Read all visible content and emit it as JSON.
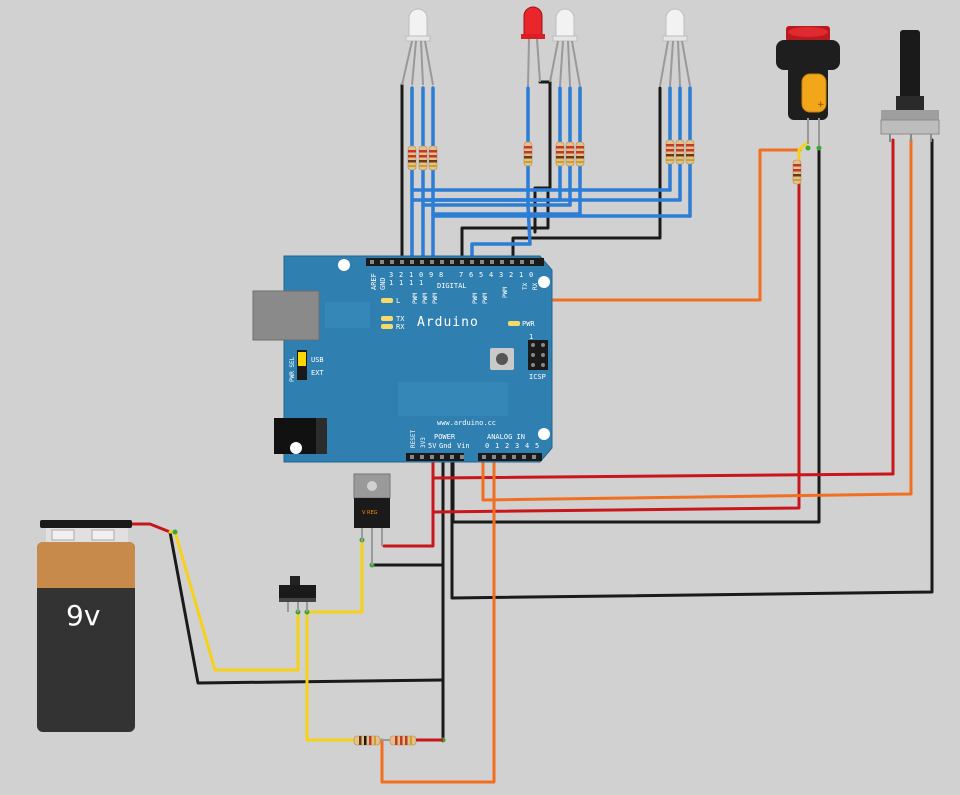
{
  "battery": {
    "label": "9v"
  },
  "arduino": {
    "brand": "Arduino",
    "url": "www.arduino.cc",
    "aref": "AREF",
    "gnd": "GND",
    "digital": "DIGITAL",
    "pin_digits_top": [
      "1",
      "1",
      "1",
      "1"
    ],
    "pins_high": [
      "3",
      "2",
      "1",
      "0",
      "9",
      "8"
    ],
    "pins_low": [
      "7",
      "6",
      "5",
      "4",
      "3",
      "2",
      "1",
      "0"
    ],
    "pwm": "PWM",
    "tx": "TX",
    "rx": "RX",
    "led_l": "L",
    "led_tx": "TX",
    "led_rx": "RX",
    "pwr_led": "PWR",
    "pwr_sel": "PWR SEL",
    "usb": "USB",
    "ext": "EXT",
    "icsp": "ICSP",
    "icsp_pin": "1",
    "reset": "RESET",
    "v33": "3V3",
    "v5": "5V",
    "gnd2": "Gnd",
    "vin": "Vin",
    "power": "POWER",
    "analog_in": "ANALOG IN",
    "analog_pins": [
      "0",
      "1",
      "2",
      "3",
      "4",
      "5"
    ]
  },
  "regulator": {
    "label": "V REG"
  },
  "capacitor": {
    "polarity": "+"
  }
}
